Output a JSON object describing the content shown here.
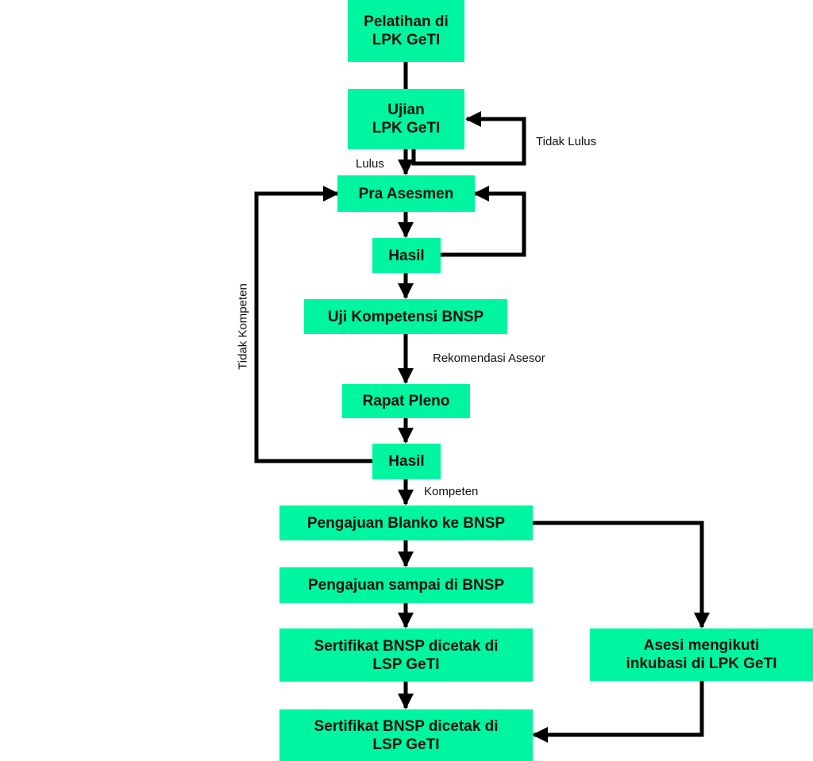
{
  "colors": {
    "box_fill": "#00F5A0",
    "line": "#000000",
    "text": "#111111"
  },
  "nodes": {
    "pelatihan": "Pelatihan di\nLPK GeTI",
    "ujian": "Ujian\nLPK GeTI",
    "pra_asesmen": "Pra Asesmen",
    "hasil_1": "Hasil",
    "uji_kompetensi": "Uji Kompetensi BNSP",
    "rapat_pleno": "Rapat Pleno",
    "hasil_2": "Hasil",
    "pengajuan_blanko": "Pengajuan Blanko ke BNSP",
    "pengajuan_sampai": "Pengajuan sampai di BNSP",
    "sertifikat_1": "Sertifikat BNSP dicetak di\nLSP GeTI",
    "sertifikat_2": "Sertifikat BNSP dicetak di\nLSP GeTI",
    "inkubasi": "Asesi mengikuti\ninkubasi di LPK GeTI"
  },
  "edge_labels": {
    "tidak_lulus": "Tidak Lulus",
    "lulus": "Lulus",
    "rekomendasi": "Rekomendasi Asesor",
    "tidak_kompeten": "Tidak Kompeten",
    "kompeten": "Kompeten"
  }
}
